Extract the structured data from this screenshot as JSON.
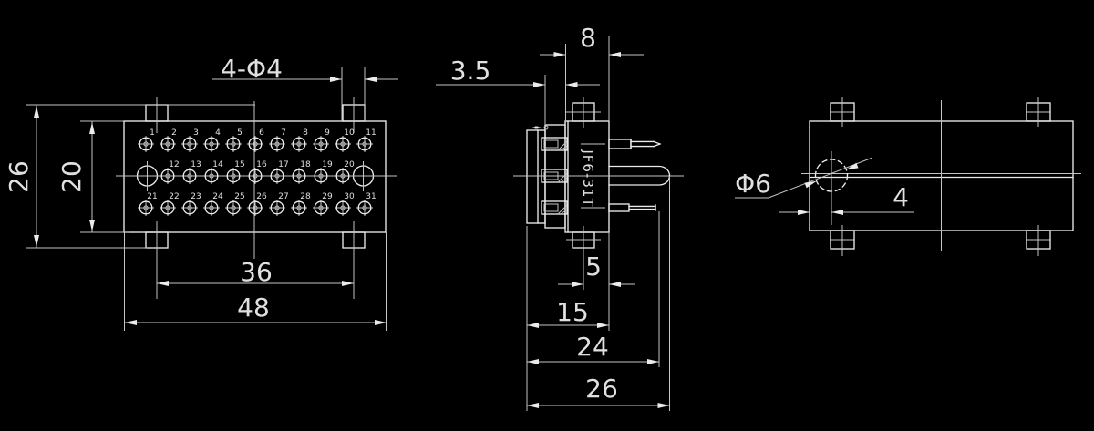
{
  "title": "JF6-31T connector engineering drawing",
  "colors": {
    "background": "#000000",
    "object_line": "#ebebeb",
    "thin_line": "#c4c4c4",
    "text": "#e0e0e0"
  },
  "part_label": "JF6-31T",
  "dims": {
    "front_holes": "4-Φ4",
    "front_height_overall": "26",
    "front_height_inner": "20",
    "front_tab_span": "36",
    "front_width": "48",
    "side_flange_thickness": "3.5",
    "side_body_depth": "8",
    "side_tab_offset": "5",
    "side_total_depth": "15",
    "side_lead_depth_a": "24",
    "side_lead_depth_b": "26",
    "rear_hole_dia": "Φ6",
    "rear_hole_offset": "4"
  },
  "pins": {
    "row_top": [
      "1",
      "2",
      "3",
      "4",
      "5",
      "6",
      "7",
      "8",
      "9",
      "10",
      "11"
    ],
    "row_middle": [
      "12",
      "13",
      "14",
      "15",
      "16",
      "17",
      "18",
      "19",
      "20"
    ],
    "row_bottom": [
      "21",
      "22",
      "23",
      "24",
      "25",
      "26",
      "27",
      "28",
      "29",
      "30",
      "31"
    ]
  }
}
